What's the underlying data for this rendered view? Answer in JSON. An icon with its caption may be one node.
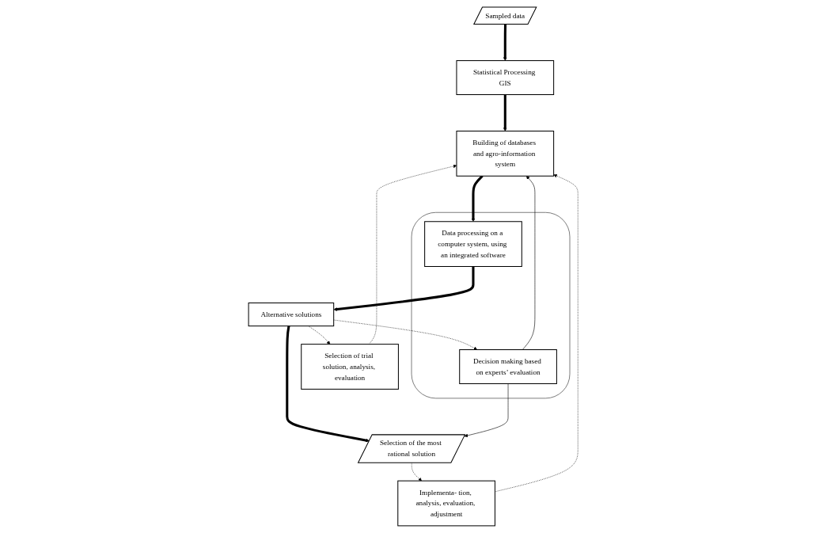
{
  "diagram": {
    "nodes": [
      {
        "text": [
          "Sampled data"
        ]
      },
      {
        "text": [
          "Statistical Processing GIS"
        ]
      },
      {
        "text": [
          "Building of databases and agro-information system"
        ]
      },
      {
        "text": [],
        "shape": "band"
      },
      {
        "text": [
          "Data processing on a computer system, using an integrated software"
        ],
        "in": 3
      },
      {
        "text": [
          "Decision making based on experts’ evaluation"
        ],
        "in": 3
      },
      {
        "text": [
          "Implementa- tion, analysis, evaluation, adjustment"
        ]
      },
      {
        "text": [
          "Selection of trial solution, analysis, evaluation"
        ]
      },
      {
        "text": [
          "Alternative solutions"
        ]
      },
      {
        "text": [
          "Selection of the most rational solution"
        ]
      }
    ],
    "edges": [
      {
        "from": 0,
        "to": 1,
        "arrow": "to",
        "style": "thick"
      },
      {
        "from": 1,
        "to": 2,
        "arrow": "to",
        "style": "thick"
      },
      {
        "from": 2,
        "to": 4,
        "arrow": "to",
        "style": "thick"
      },
      {
        "from": 4,
        "to": 8,
        "arrow": "to",
        "style": "thick"
      },
      {
        "from": 8,
        "to": 9,
        "arrow": "to",
        "style": "thick"
      },
      {
        "from": 5,
        "to": 2,
        "arrow": "to"
      },
      {
        "from": 5,
        "to": 9,
        "arrow": "to"
      },
      {
        "from": 8,
        "to": 5,
        "arrow": "to",
        "style": "dashed"
      },
      {
        "from": 8,
        "to": 7,
        "arrow": "to",
        "style": "dashed"
      },
      {
        "from": 9,
        "to": 6,
        "arrow": "to",
        "style": "dashed"
      },
      {
        "from": 6,
        "to": 2,
        "arrow": "to",
        "style": "dashed"
      },
      {
        "from": 7,
        "to": 2,
        "arrow": "to",
        "style": "dashed"
      }
    ]
  }
}
